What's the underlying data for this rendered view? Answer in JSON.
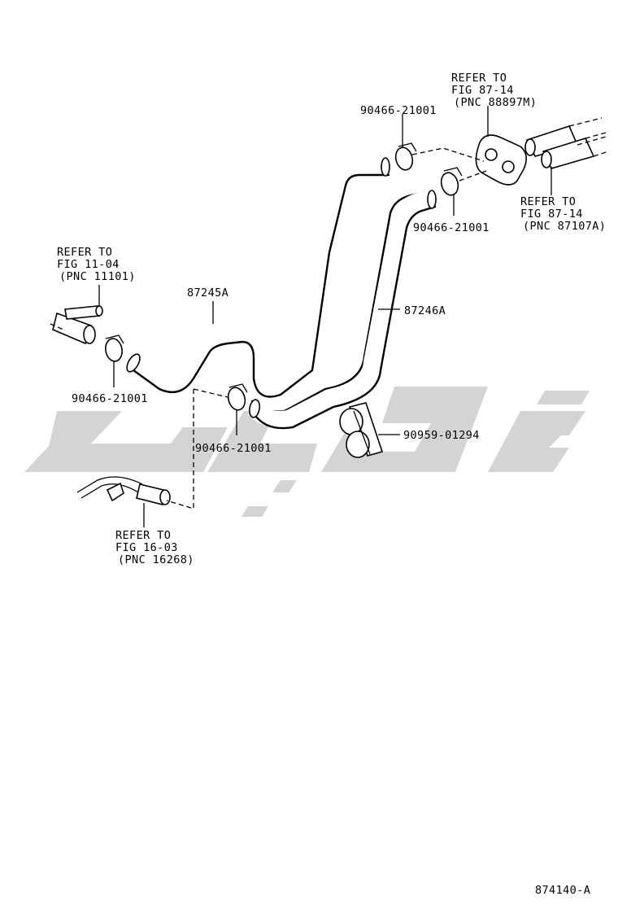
{
  "labels": {
    "hose_inlet": "87245A",
    "hose_outlet": "87246A",
    "clamp_top_left": "90466-21001",
    "clamp_top_right": "90466-21001",
    "clamp_left": "90466-21001",
    "clamp_middle": "90466-21001",
    "clamp_holder": "90959-01294"
  },
  "references": {
    "ref_top_a": [
      "REFER TO",
      "FIG 87-14",
      "(PNC 88897M)"
    ],
    "ref_top_b": [
      "REFER TO",
      "FIG 87-14",
      "(PNC 87107A)"
    ],
    "ref_left": [
      "REFER TO",
      "FIG 11-04",
      "(PNC 11101)"
    ],
    "ref_bottom": [
      "REFER TO",
      "FIG 16-03",
      "(PNC 16268)"
    ]
  },
  "figure_id": "874140-A"
}
